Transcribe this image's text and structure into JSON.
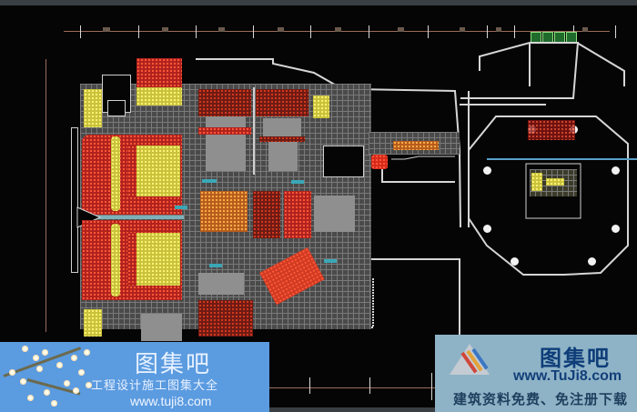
{
  "drawing": {
    "type": "architectural-floor-plan",
    "subject": "theater complex ground floor plan (CAD)",
    "background_color": "#050505",
    "colors": {
      "walls": "#d6d6d6",
      "seating_red": "#b0221d",
      "seating_yellow": "#c9c23a",
      "seating_dark": "#6d1b14",
      "stage_grey": "#8f8f8f",
      "dimension_line": "#9b6b5a",
      "annotation_cyan": "#3aa7b6",
      "fixture_green": "#1f6b2c"
    },
    "dimension_labels_legible": false,
    "zones": [
      {
        "id": "main-auditorium-upper",
        "kind": "seating"
      },
      {
        "id": "main-auditorium-lower",
        "kind": "seating"
      },
      {
        "id": "small-hall-1",
        "kind": "seating"
      },
      {
        "id": "small-hall-2",
        "kind": "seating"
      },
      {
        "id": "rehearsal-hall-1",
        "kind": "seating"
      },
      {
        "id": "rehearsal-hall-2",
        "kind": "seating"
      },
      {
        "id": "angled-hall",
        "kind": "seating"
      },
      {
        "id": "north-hall",
        "kind": "seating"
      },
      {
        "id": "octagonal-pavilion",
        "kind": "lobby"
      },
      {
        "id": "restroom-core",
        "kind": "service"
      }
    ]
  },
  "watermark_left": {
    "title": "图集吧",
    "subtitle": "工程设计施工图集大全",
    "url": "www.tuji8.com",
    "bg_color": "#5b9be0"
  },
  "watermark_right": {
    "title": "图集吧",
    "url": "www.TuJi8.com",
    "subtitle": "建筑资料免费、免注册下载",
    "bg_color": "#8eb3c6"
  }
}
